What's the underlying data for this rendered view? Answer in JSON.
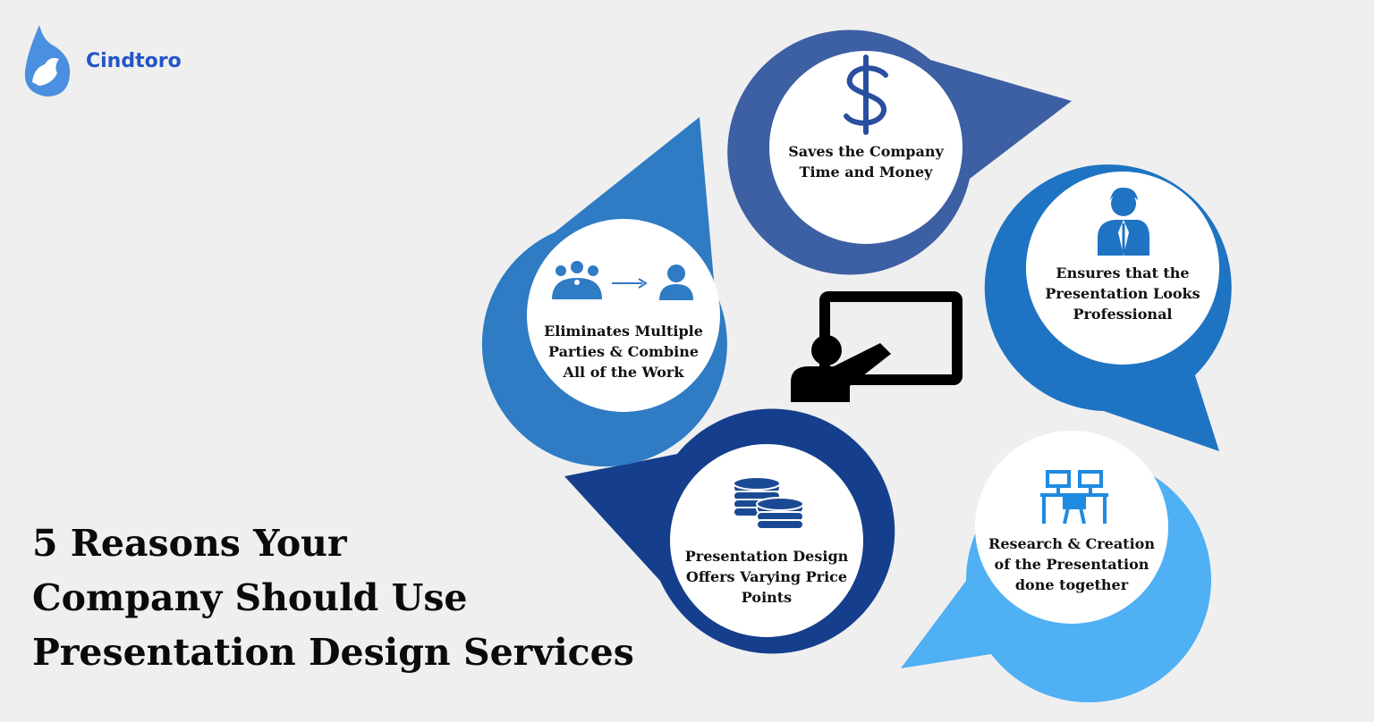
{
  "brand": {
    "name": "Cindtoro",
    "logo_icon": "bull-droplet-icon",
    "color": "#2456c9"
  },
  "headline": {
    "lines": [
      "5 Reasons Your",
      "Company Should Use",
      "Presentation Design Services"
    ]
  },
  "center_icon": "presenter-at-board-icon",
  "reasons": [
    {
      "lines": [
        "Saves the Company",
        "Time and Money"
      ],
      "icon": "dollar-icon",
      "color": "#3d5fa3"
    },
    {
      "lines": [
        "Ensures that the",
        "Presentation Looks",
        "Professional"
      ],
      "icon": "businessman-icon",
      "color": "#1f73c3"
    },
    {
      "lines": [
        "Research & Creation",
        "of the Presentation",
        "done together"
      ],
      "icon": "workstations-icon",
      "color": "#4fb0f3"
    },
    {
      "lines": [
        "Presentation Design",
        "Offers Varying Price",
        "Points"
      ],
      "icon": "coins-icon",
      "color": "#153f8c"
    },
    {
      "lines": [
        "Eliminates Multiple",
        "Parties & Combine",
        "All of the Work"
      ],
      "icon": "team-to-one-icon",
      "color": "#2f7bc4"
    }
  ]
}
